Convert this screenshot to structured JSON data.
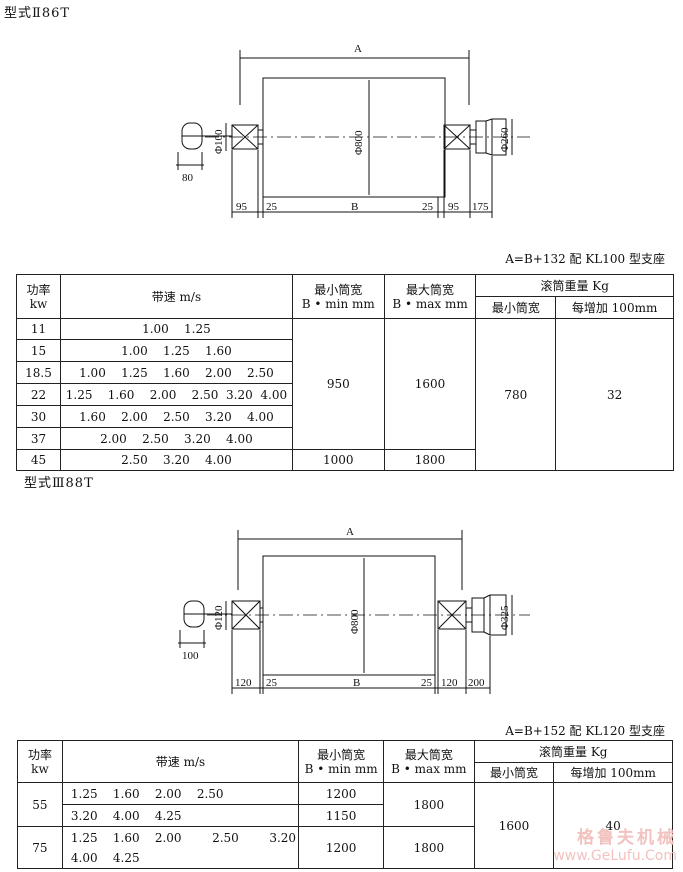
{
  "sec1": {
    "title": "型式Ⅱ86T",
    "drawing": {
      "A": "A",
      "dia_shaft": "Φ100",
      "dia_drum": "Φ800",
      "dia_motor": "Φ260",
      "key": "80",
      "d95a": "95",
      "d25a": "25",
      "B": "B",
      "d25b": "25",
      "d95b": "95",
      "d175": "175"
    },
    "note": "A=B+132 配 KL100 型支座",
    "table": {
      "h_power": "功率",
      "h_power_unit": "kw",
      "h_speed": "带速 m/s",
      "h_min": "最小筒宽",
      "h_min_unit": "B • min mm",
      "h_max": "最大筒宽",
      "h_max_unit": "B • max mm",
      "h_weight": "滚筒重量 Kg",
      "h_wmin": "最小筒宽",
      "h_wadd": "每增加 100mm",
      "rows": [
        {
          "kw": "11",
          "speed": "1.00    1.25"
        },
        {
          "kw": "15",
          "speed": "1.00    1.25    1.60"
        },
        {
          "kw": "18.5",
          "speed": "1.00    1.25    1.60    2.00    2.50"
        },
        {
          "kw": "22",
          "speed": "1.25    1.60    2.00    2.50  3.20  4.00"
        },
        {
          "kw": "30",
          "speed": "1.60    2.00    2.50    3.20    4.00"
        },
        {
          "kw": "37",
          "speed": "2.00    2.50    3.20    4.00"
        },
        {
          "kw": "45",
          "speed": "2.50    3.20    4.00"
        }
      ],
      "min_950": "950",
      "max_1600": "1600",
      "w_780": "780",
      "w_32": "32",
      "min_1000": "1000",
      "max_1800": "1800"
    }
  },
  "sec2": {
    "title": "型式Ⅲ88T",
    "drawing": {
      "A": "A",
      "dia_shaft": "Φ120",
      "dia_drum": "Φ800",
      "dia_motor": "Φ325",
      "key": "100",
      "d120a": "120",
      "d25a": "25",
      "B": "B",
      "d25b": "25",
      "d120b": "120",
      "d200": "200"
    },
    "note": "A=B+152 配  KL120 型支座",
    "table": {
      "h_power": "功率",
      "h_power_unit": "kw",
      "h_speed": "带速 m/s",
      "h_min": "最小筒宽",
      "h_min_unit": "B • min mm",
      "h_max": "最大筒宽",
      "h_max_unit": "B • max mm",
      "h_weight": "滚筒重量 Kg",
      "h_wmin": "最小筒宽",
      "h_wadd": "每增加 100mm",
      "r55_kw": "55",
      "r55a_speed": "1.25    1.60    2.00    2.50",
      "r55a_min": "1200",
      "r55b_speed": "3.20    4.00    4.25",
      "r55b_min": "1150",
      "r55_max": "1800",
      "r75_kw": "75",
      "r75_speed1": "1.25    1.60    2.00        2.50        3.20",
      "r75_speed2": "4.00    4.25",
      "r75_min": "1200",
      "r75_max": "1800",
      "w_1600": "1600",
      "w_40": "40"
    }
  },
  "watermark": {
    "cn": "格鲁夫机械",
    "en": "www.GeLufu.Com"
  }
}
